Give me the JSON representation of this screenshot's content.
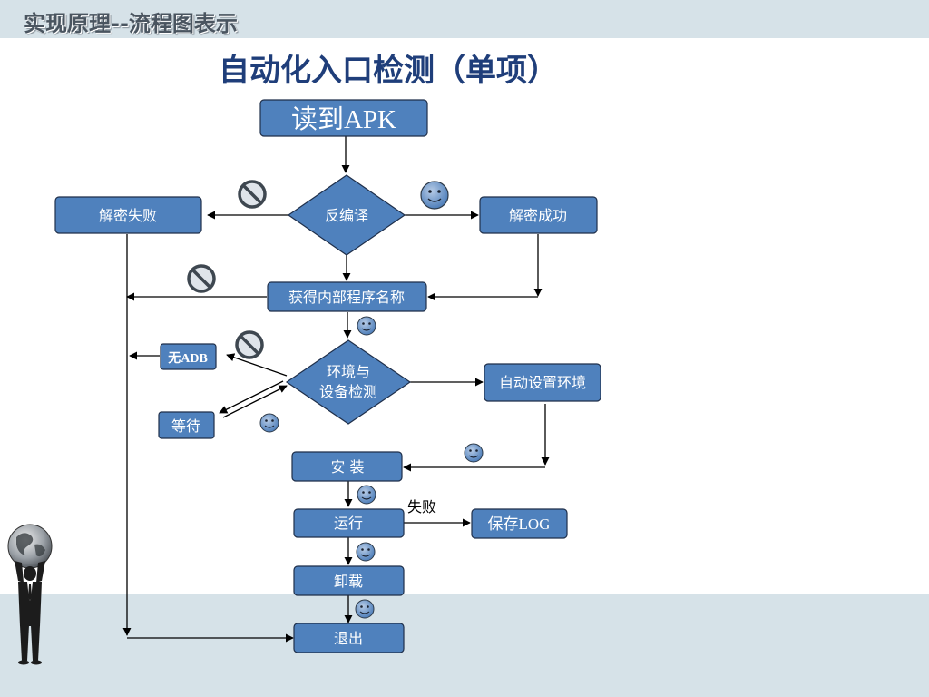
{
  "header": {
    "section_title": "实现原理--流程图表示",
    "page_title": "自动化入口检测（单项）"
  },
  "nodes": {
    "read_apk": "读到APK",
    "decompile": "反编译",
    "decrypt_fail": "解密失败",
    "decrypt_success": "解密成功",
    "get_name": "获得内部程序名称",
    "env_check_line1": "环境与",
    "env_check_line2": "设备检测",
    "no_adb": "无ADB",
    "wait": "等待",
    "auto_env": "自动设置环境",
    "install": "安 装",
    "run": "运行",
    "save_log": "保存LOG",
    "uninstall": "卸载",
    "exit": "退出"
  },
  "edge_labels": {
    "fail": "失败"
  },
  "colors": {
    "node_fill": "#4f81bd",
    "node_border": "#1f2f4a",
    "node_text": "#ffffff",
    "page_title": "#1f3e7a",
    "band": "#d6e2e8"
  },
  "icons": [
    "smiley-icon",
    "no-entry-icon",
    "globe-businessman-icon"
  ]
}
